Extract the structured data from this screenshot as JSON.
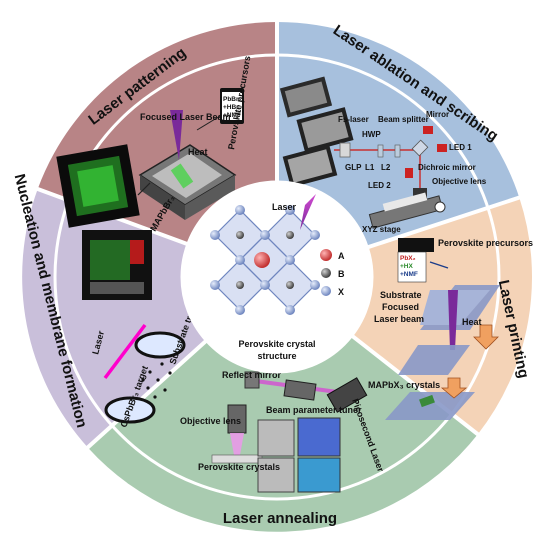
{
  "colors": {
    "patterning": "#b88486",
    "ablation": "#a7c0dd",
    "printing": "#f4d3b7",
    "annealing": "#a9cbb0",
    "nucleation": "#c9bfda",
    "center": "#ffffff",
    "divider": "#ffffff"
  },
  "sections": {
    "patterning": {
      "title": "Laser patterning",
      "focused_beam": "Focused Laser Beam",
      "heat": "Heat",
      "material": "MAPbBr₃",
      "precursors": "Perovskite precursors",
      "vial_lines": [
        "PbBr₂",
        "+HBr",
        "+NMF"
      ]
    },
    "ablation": {
      "title": "Laser ablation and scribing",
      "fs_laser": "Fs-laser",
      "beam_splitter": "Beam splitter",
      "hwp": "HWP",
      "mirror": "Mirror",
      "led1": "LED 1",
      "glp": "GLP",
      "l1": "L1",
      "l2": "L2",
      "dichroic": "Dichroic mirror",
      "led2": "LED 2",
      "objective": "Objective lens",
      "stage": "XYZ stage"
    },
    "printing": {
      "title": "Laser printing",
      "precursors": "Perovskite precursors",
      "vial_lines": [
        "PbX₂",
        "+HX",
        "+NMF"
      ],
      "substrate": "Substrate",
      "focused": "Focused",
      "beam": "Laser beam",
      "heat": "Heat",
      "crystals": "MAPbX₃ crystals"
    },
    "annealing": {
      "title": "Laser annealing",
      "reflect_mirror": "Reflect mirror",
      "tuner": "Beam parameter tuner",
      "picosecond": "Picosecond Laser",
      "objective": "Objective lens",
      "crystals": "Perovskite crystals"
    },
    "nucleation": {
      "title": "Nucleation and membrane formation",
      "laser": "Laser",
      "substrate_tray": "Substrate tray",
      "target": "CsPbBr₃ target"
    }
  },
  "center": {
    "laser": "Laser",
    "caption": "Perovskite crystal structure",
    "legend": [
      {
        "letter": "A",
        "color": "#e05555"
      },
      {
        "letter": "B",
        "color": "#6e6e6e"
      },
      {
        "letter": "X",
        "color": "#9fb2dd"
      }
    ]
  }
}
